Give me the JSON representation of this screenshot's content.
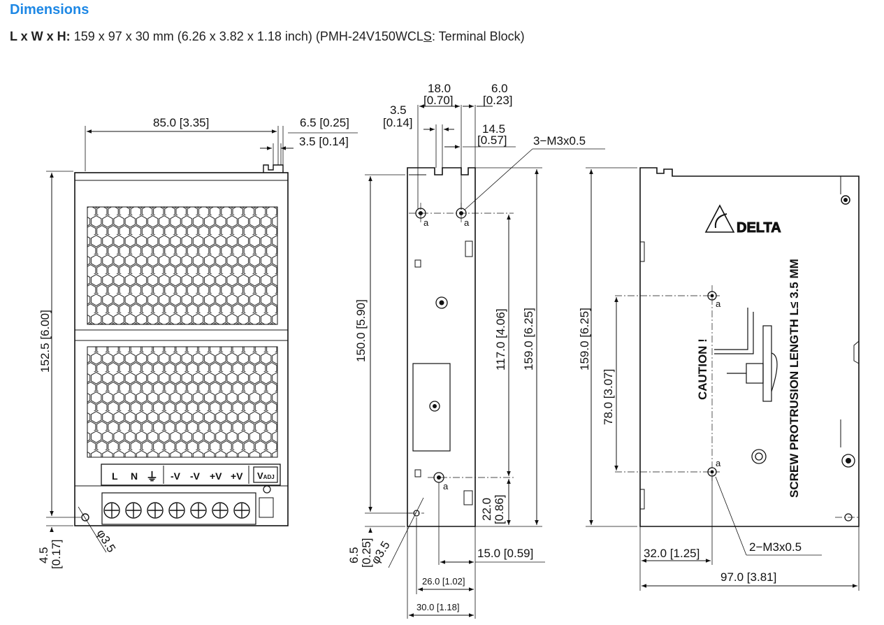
{
  "header": {
    "title": "Dimensions"
  },
  "summary": {
    "label": "L x W x H:",
    "text_a": " 159 x 97 x 30 mm (6.26 x 3.82 x 1.18 inch) (PMH-24V150WCL",
    "text_u": "S",
    "text_b": ": Terminal Block)"
  },
  "front": {
    "d_width": "85.0 [3.35]",
    "d_tab": "6.5 [0.25]",
    "d_slot": "3.5 [0.14]",
    "d_height": "152.5 [6.00]",
    "d_bottom_mm": "4.5",
    "d_bottom_in": "[0.17]",
    "d_hole": "φ3.5",
    "terminals": [
      "L",
      "N",
      "⏚",
      "-V",
      "-V",
      "+V",
      "+V"
    ],
    "vadj_label": "V",
    "vadj_sub": "ADJ"
  },
  "side": {
    "d_18_mm": "18.0",
    "d_18_in": "[0.70]",
    "d_6_mm": "6.0",
    "d_6_in": "[0.23]",
    "d_35_mm": "3.5",
    "d_35_in": "[0.14]",
    "d_145_mm": "14.5",
    "d_145_in": "[0.57]",
    "screw_label": "3−M3x0.5",
    "d_150": "150.0 [5.90]",
    "d_117": "117.0 [4.06]",
    "d_159": "159.0 [6.25]",
    "d_22_mm": "22.0",
    "d_22_in": "[0.86]",
    "d_65_mm": "6.5",
    "d_65_in": "[0.25]",
    "d_hole": "φ3.5",
    "d_15": "15.0 [0.59]",
    "d_26": "26.0 [1.02]",
    "d_30": "30.0 [1.18]",
    "hole_marker": "a"
  },
  "back": {
    "d_159": "159.0 [6.25]",
    "d_78": "78.0 [3.07]",
    "d_32": "32.0 [1.25]",
    "d_97": "97.0 [3.81]",
    "screw_label": "2−M3x0.5",
    "brand": "DELTA",
    "caution": "CAUTION !",
    "protrusion": "SCREW PROTRUSION LENGTH  L≤ 3.5 MM",
    "hole_marker": "a"
  }
}
